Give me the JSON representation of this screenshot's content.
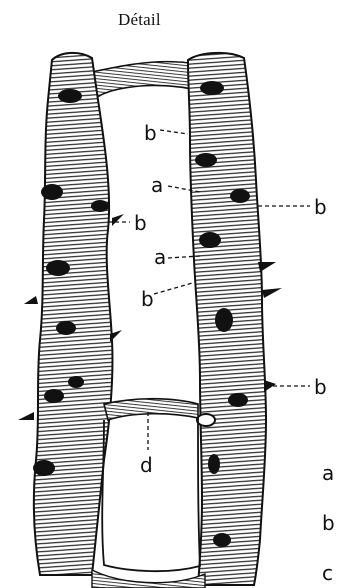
{
  "figure": {
    "title": "Détail",
    "labels": {
      "b_left": "b",
      "b_top": "b",
      "a_upper": "a",
      "b_right_upper": "b",
      "a_lower": "a",
      "b_lower": "b",
      "b_right_lower": "b",
      "d": "d",
      "legend_a": "a",
      "legend_b": "b",
      "legend_c": "c"
    }
  }
}
